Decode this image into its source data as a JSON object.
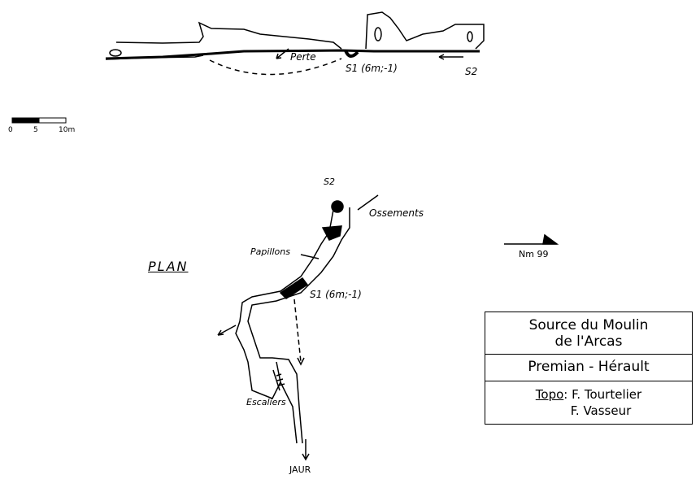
{
  "profile": {
    "perte_label": "Perte",
    "s1_label": "S1 (6m;-1)",
    "s2_label": "S2"
  },
  "scale_bar": {
    "ticks": [
      "0",
      "5",
      "10m"
    ]
  },
  "plan": {
    "title": "PLAN",
    "s2_label": "S2",
    "s1_label": "S1 (6m;-1)",
    "ossements_label": "Ossements",
    "papillons_label": "Papillons",
    "escaliers_label": "Escaliers",
    "jaur_label": "Jaur",
    "north_label": "Nm 99"
  },
  "title_block": {
    "name_line1": "Source du Moulin",
    "name_line2": "de l'Arcas",
    "location": "Premian - Hérault",
    "topo_label": "Topo",
    "author1": "F. Tourtelier",
    "author2": "F. Vasseur"
  }
}
